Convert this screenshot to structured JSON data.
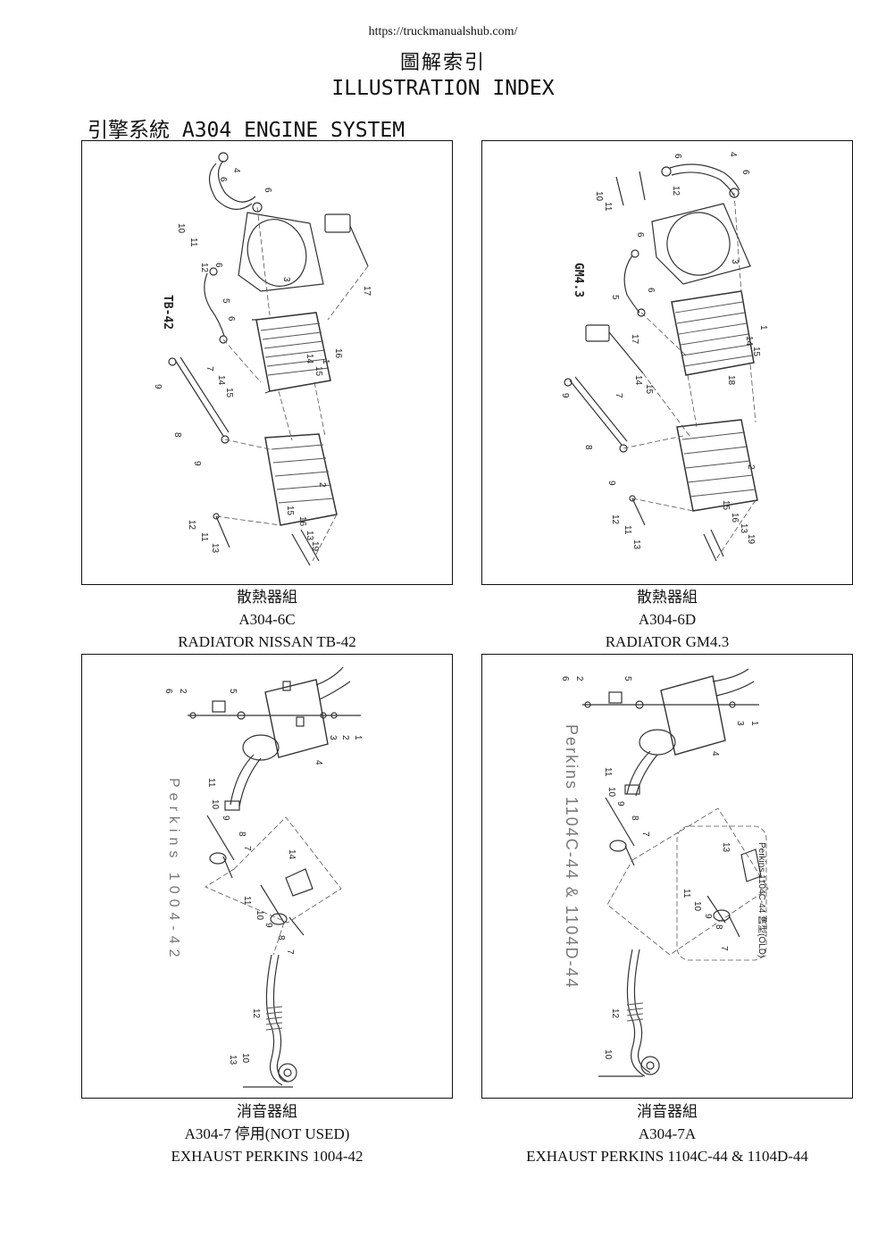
{
  "header": {
    "url": "https://truckmanualshub.com/",
    "title_cn": "圖解索引",
    "title_en": "ILLUSTRATION INDEX",
    "section": "引擎系統 A304 ENGINE SYSTEM"
  },
  "panels": [
    {
      "model_label": "TB-42",
      "callouts": [
        "10",
        "11",
        "4",
        "6",
        "6",
        "12",
        "6",
        "5",
        "6",
        "3",
        "17",
        "16",
        "1",
        "14",
        "15",
        "7",
        "9",
        "8",
        "9",
        "14",
        "15",
        "2",
        "12",
        "11",
        "13",
        "15",
        "16",
        "13",
        "19"
      ],
      "caption": {
        "name_cn": "散熱器組",
        "code": "A304-6C",
        "desc": "RADIATOR NISSAN TB-42"
      }
    },
    {
      "model_label": "GM4.3",
      "callouts": [
        "10",
        "11",
        "6",
        "12",
        "4",
        "6",
        "6",
        "5",
        "6",
        "3",
        "17",
        "1",
        "14",
        "15",
        "18",
        "7",
        "9",
        "8",
        "9",
        "14",
        "15",
        "2",
        "12",
        "11",
        "13",
        "15",
        "16",
        "13",
        "19"
      ],
      "caption": {
        "name_cn": "散熱器組",
        "code": "A304-6D",
        "desc": "RADIATOR GM4.3"
      }
    },
    {
      "model_label": "Perkins 1004-42",
      "callouts": [
        "6",
        "2",
        "5",
        "1",
        "2",
        "3",
        "4",
        "11",
        "10",
        "9",
        "8",
        "7",
        "14",
        "11",
        "10",
        "9",
        "8",
        "7",
        "12",
        "13",
        "10"
      ],
      "caption": {
        "name_cn": "消音器組",
        "code": "A304-7 停用(NOT USED)",
        "desc": "EXHAUST PERKINS 1004-42"
      }
    },
    {
      "model_label": "Perkins 1104C-44 & 1104D-44",
      "inset_label": "Perkins 1104C-44 舊型(OLD)",
      "callouts": [
        "6",
        "2",
        "5",
        "1",
        "3",
        "4",
        "11",
        "10",
        "9",
        "8",
        "7",
        "13",
        "11",
        "10",
        "9",
        "8",
        "7",
        "12",
        "10"
      ],
      "caption": {
        "name_cn": "消音器組",
        "code": "A304-7A",
        "desc": "EXHAUST PERKINS 1104C-44 & 1104D-44"
      }
    }
  ],
  "icons": {
    "radiator_drawing": "radiator-exploded-view-icon",
    "exhaust_drawing": "exhaust-exploded-view-icon"
  }
}
